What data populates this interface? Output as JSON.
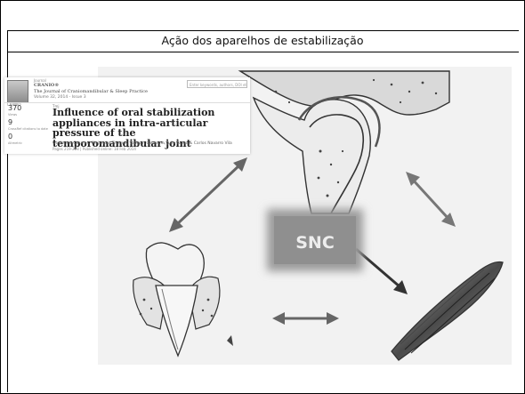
{
  "slide": {
    "title": "Ação dos aparelhos de estabilização"
  },
  "journal": {
    "logo_label": "CRANIO",
    "small_label": "Journal",
    "name": "CRANIO®",
    "full_name": "The Journal of Craniomandibular & Sleep Practice",
    "volume": "Volume 32, 2014 - Issue 3",
    "search_placeholder": "Enter keywords, authors, DOI etc",
    "metrics": [
      {
        "value": "370",
        "label": "Views"
      },
      {
        "value": "9",
        "label": "CrossRef citations to date"
      },
      {
        "value": "0",
        "label": "Altmetric"
      }
    ],
    "article_type": "Tmj",
    "title": "Influence of oral stabilization appliances in intra-articular pressure of the temporomandibular joint",
    "authors": "Guillermo Casares, Alejandro Thomas, Joaquín Carmona, Julio Acero & Carlos Navarro Vila",
    "pages": "Pages 219-223 | Published online: 18 Feb 2014"
  },
  "diagram": {
    "center_label": "SNC"
  }
}
